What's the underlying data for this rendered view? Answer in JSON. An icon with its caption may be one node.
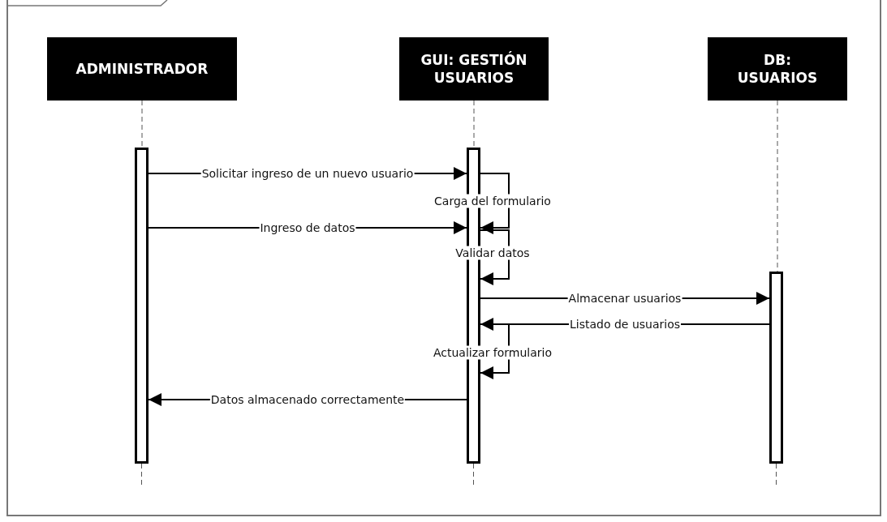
{
  "diagram": {
    "nodes": [
      {
        "text": [
          "ADMINISTRADOR"
        ]
      },
      {
        "text": [
          "GUI: GESTIÓN USUARIOS"
        ]
      },
      {
        "text": [
          "DB: USUARIOS"
        ]
      },
      {
        "text": [],
        "shape": "bar"
      },
      {
        "text": [],
        "shape": "bar"
      },
      {
        "text": [],
        "shape": "bar"
      }
    ],
    "edges": [
      {
        "from": 0,
        "to": 3,
        "arrow": "none",
        "style": "dashed"
      },
      {
        "from": 1,
        "to": 4,
        "arrow": "none",
        "style": "dashed"
      },
      {
        "from": 2,
        "to": 5,
        "arrow": "none",
        "style": "dashed"
      },
      {
        "from": 3,
        "to": 4,
        "arrow": "to",
        "label": "Solicitar ingreso de un nuevo usuario"
      },
      {
        "from": 4,
        "to": 4,
        "arrow": "to",
        "label": "Carga del formulario"
      },
      {
        "from": 3,
        "to": 4,
        "arrow": "to",
        "label": "Ingreso de datos"
      },
      {
        "from": 4,
        "to": 4,
        "arrow": "to",
        "label": "Validar datos"
      },
      {
        "from": 4,
        "to": 5,
        "arrow": "to",
        "label": "Almacenar usuarios"
      },
      {
        "from": 5,
        "to": 4,
        "arrow": "to",
        "label": "Listado de usuarios"
      },
      {
        "from": 4,
        "to": 4,
        "arrow": "to",
        "label": "Actualizar formulario"
      },
      {
        "from": 4,
        "to": 3,
        "arrow": "to",
        "label": "Datos almacenado correctamente"
      }
    ]
  }
}
